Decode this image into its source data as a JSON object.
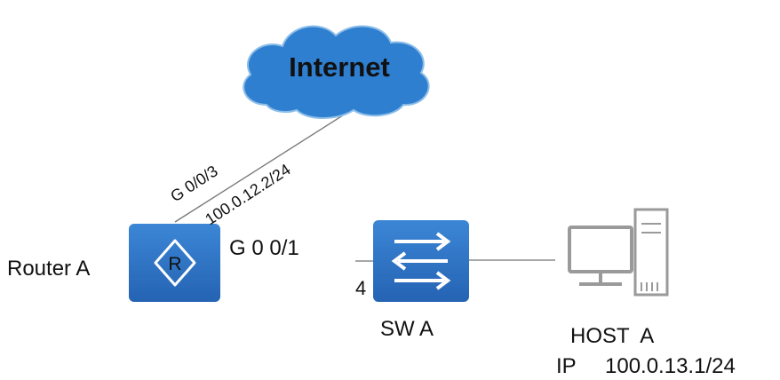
{
  "cloud": {
    "label": "Internet"
  },
  "router": {
    "name": "Router A",
    "symbol": "R",
    "wan_interface": "G 0/0/3",
    "wan_ip": "100.0.12.2/24",
    "lan_interface": "G 0 0/1"
  },
  "switch": {
    "name": "SW A",
    "port_label": "4"
  },
  "host": {
    "name": "HOST  A",
    "ip_label": "IP",
    "ip_value": "100.0.13.1/24"
  },
  "colors": {
    "cloud_fill": "#2f7fd0",
    "device_fill": "#2f73c4",
    "line": "#7a7a7a",
    "host_icon": "#9a9a9a"
  }
}
